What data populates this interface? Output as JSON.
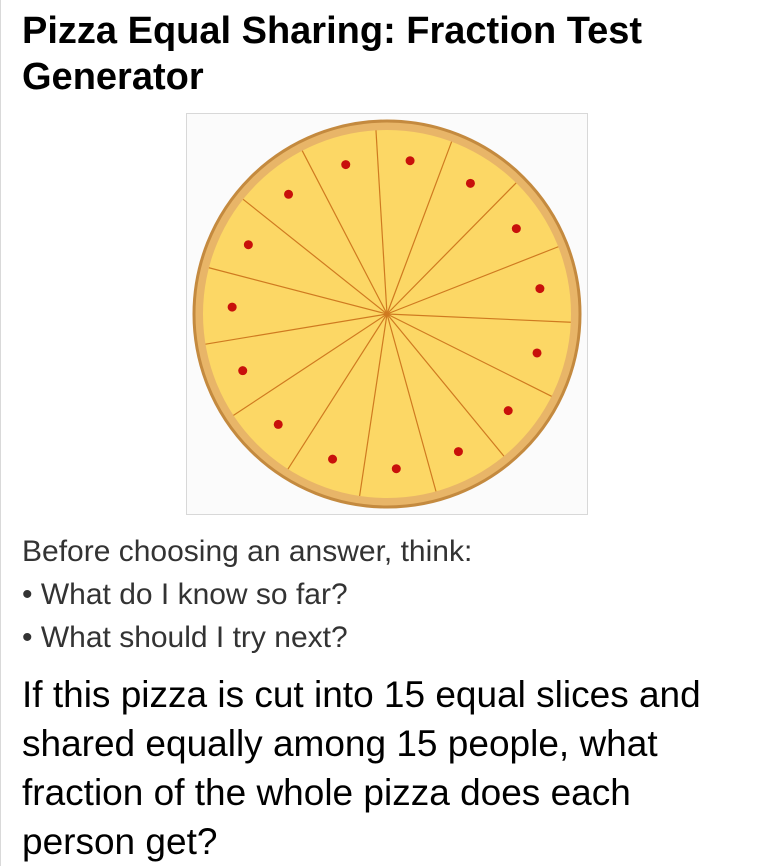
{
  "page": {
    "title": "Pizza Equal Sharing: Fraction Test Generator"
  },
  "pizza": {
    "slice_count": 15,
    "colors": {
      "crust": "#e8b568",
      "crust_edge": "#c48a3f",
      "cheese": "#fcd765",
      "cut_line": "#cf7a20",
      "pepperoni": "#c8100b"
    }
  },
  "prompt": {
    "intro": "Before choosing an answer, think:",
    "bullets": [
      "• What do I know so far?",
      "• What should I try next?"
    ]
  },
  "question": {
    "text": "If this pizza is cut into 15 equal slices and shared equally among 15 people, what fraction of the whole pizza does each person get?"
  }
}
